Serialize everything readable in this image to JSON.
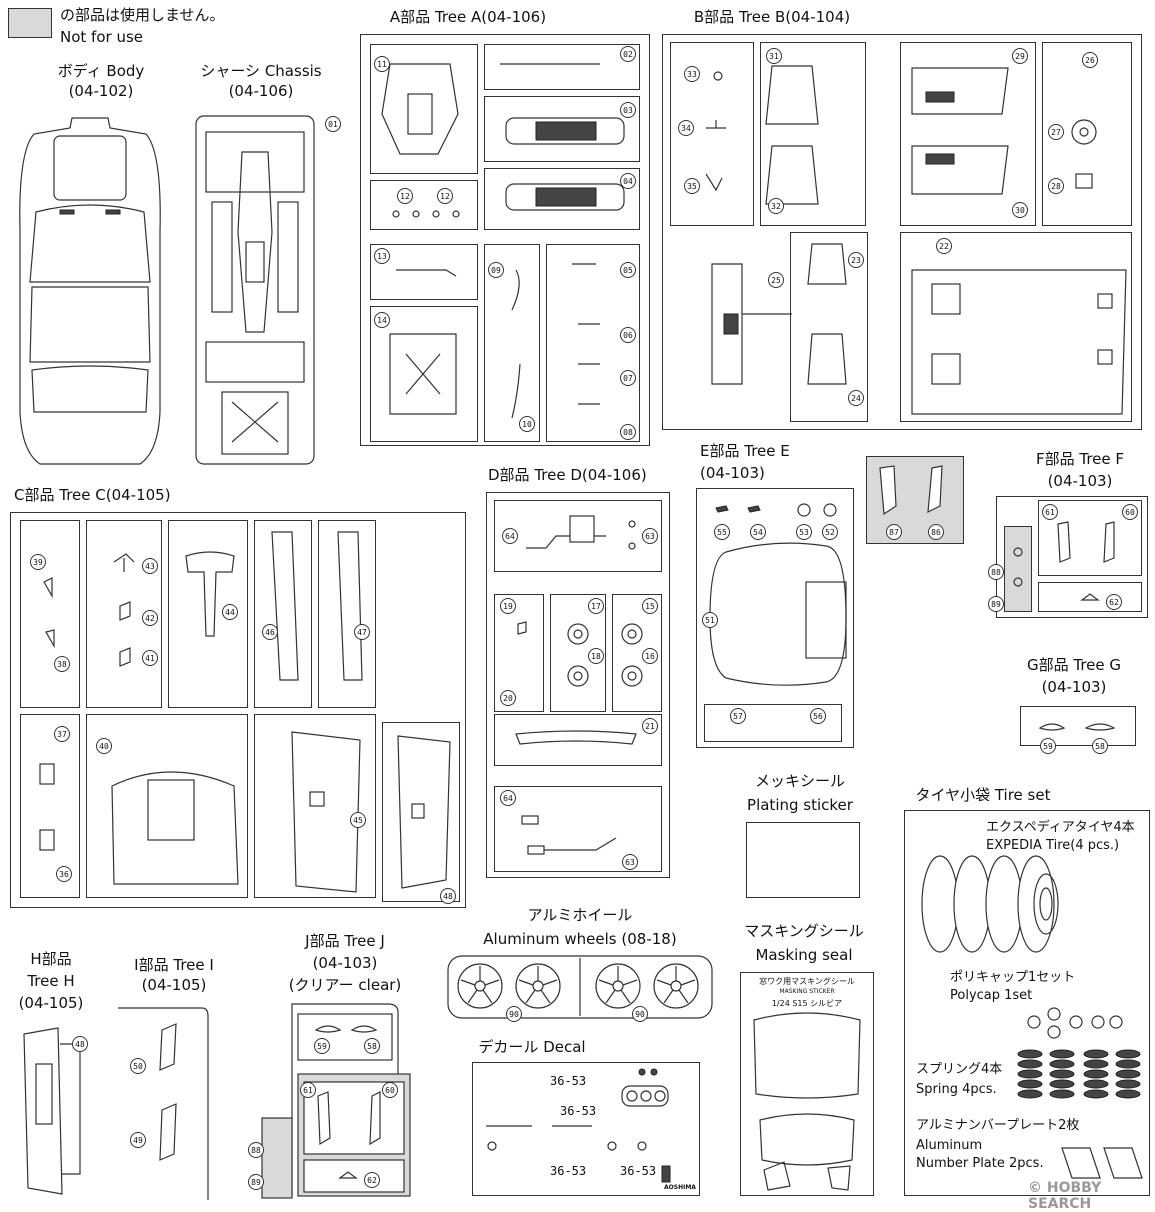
{
  "legend": {
    "jp": "の部品は使用しません。",
    "en": "Not for use"
  },
  "body": {
    "title": "ボディ Body",
    "code": "(04-102)"
  },
  "chassis": {
    "title": "シャーシ Chassis",
    "code": "(04-106)",
    "part": "01"
  },
  "tree_a": {
    "title": "A部品 Tree A(04-106)",
    "parts": [
      "02",
      "03",
      "04",
      "05",
      "06",
      "07",
      "08",
      "09",
      "10",
      "11",
      "12",
      "12",
      "13",
      "14"
    ]
  },
  "tree_b": {
    "title": "B部品 Tree B(04-104)",
    "parts": [
      "22",
      "23",
      "24",
      "25",
      "26",
      "27",
      "28",
      "29",
      "30",
      "31",
      "32",
      "33",
      "34",
      "35"
    ]
  },
  "tree_c": {
    "title": "C部品 Tree C(04-105)",
    "parts": [
      "36",
      "37",
      "38",
      "39",
      "40",
      "41",
      "42",
      "43",
      "44",
      "45",
      "46",
      "47",
      "48"
    ]
  },
  "tree_d": {
    "title": "D部品 Tree D(04-106)",
    "parts": [
      "15",
      "16",
      "17",
      "18",
      "19",
      "20",
      "21",
      "63",
      "64",
      "64",
      "63"
    ]
  },
  "tree_e": {
    "title": "E部品 Tree E",
    "code": "(04-103)",
    "parts": [
      "51",
      "52",
      "53",
      "54",
      "55",
      "56",
      "57",
      "86",
      "87"
    ]
  },
  "tree_f": {
    "title": "F部品 Tree F",
    "code": "(04-103)",
    "parts": [
      "60",
      "61",
      "62",
      "88",
      "89"
    ]
  },
  "tree_g": {
    "title": "G部品 Tree G",
    "code": "(04-103)",
    "parts": [
      "58",
      "59"
    ]
  },
  "tree_h": {
    "title1": "H部品",
    "title2": "Tree H",
    "code": "(04-105)",
    "part": "48"
  },
  "tree_i": {
    "title": "I部品 Tree I",
    "code": "(04-105)",
    "parts": [
      "50",
      "49"
    ]
  },
  "tree_j": {
    "title": "J部品 Tree J",
    "code": "(04-103)",
    "sub": "(クリアー clear)",
    "parts": [
      "59",
      "58",
      "61",
      "60",
      "88",
      "89",
      "62"
    ]
  },
  "wheels": {
    "title": "アルミホイール",
    "sub": "Aluminum wheels (08-18)",
    "part": "90"
  },
  "decal": {
    "title": "デカール Decal",
    "plate1": "36-53",
    "plate2": "36-53",
    "plate3": "36-53",
    "plate4": "36-53",
    "brand": "AOSHIMA"
  },
  "plating": {
    "title": "メッキシール",
    "sub": "Plating sticker"
  },
  "masking": {
    "title": "マスキングシール",
    "sub": "Masking seal",
    "sheet_title": "窓ワク用マスキングシール",
    "sheet_sub": "MASKING STICKER",
    "sheet_model": "1/24 S15 シルビア"
  },
  "tires": {
    "title": "タイヤ小袋 Tire set",
    "tire_jp": "エクスペディアタイヤ4本",
    "tire_en": "EXPEDIA Tire(4 pcs.)",
    "polycap_jp": "ポリキャップ1セット",
    "polycap_en": "Polycap 1set",
    "spring_jp": "スプリング4本",
    "spring_en": "Spring 4pcs.",
    "plate_jp": "アルミナンバープレート2枚",
    "plate_en1": "Aluminum",
    "plate_en2": "Number Plate 2pcs."
  },
  "watermark": "© HOBBY SEARCH",
  "colors": {
    "unused_gray": "#d9d9d9",
    "line": "#333333"
  }
}
